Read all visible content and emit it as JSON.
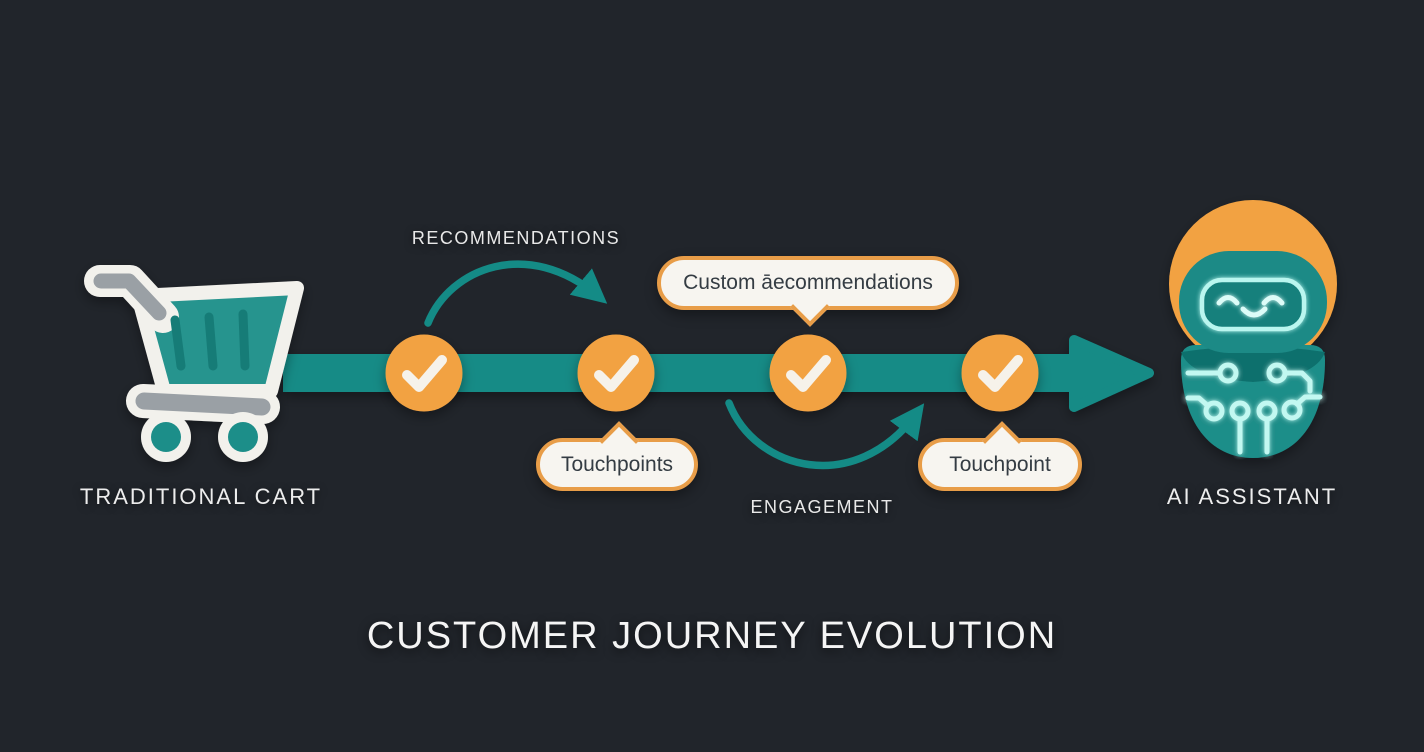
{
  "title": "CUSTOMER JOURNEY EVOLUTION",
  "colors": {
    "background": "#21252b",
    "teal": "#148b86",
    "orange": "#f2a243",
    "bubble_fill": "#f7f5f0",
    "bubble_border": "#e89d48",
    "bubble_text": "#343c43",
    "label_text": "#ededed",
    "robot_glow": "#c2f8f1"
  },
  "left_node": {
    "label": "TRADITIONAL CART",
    "icon": "shopping-cart-icon"
  },
  "right_node": {
    "label": "AI ASSISTANT",
    "icon": "ai-robot-icon"
  },
  "timeline": {
    "checkpoint_count": 4,
    "top_arc_label": "RECOMMENDATIONS",
    "bottom_arc_label": "ENGAGEMENT"
  },
  "bubbles": {
    "custom_recommendations": "Custom āecommendations",
    "touchpoints": "Touchpoints",
    "touchpoint": "Touchpoint"
  }
}
